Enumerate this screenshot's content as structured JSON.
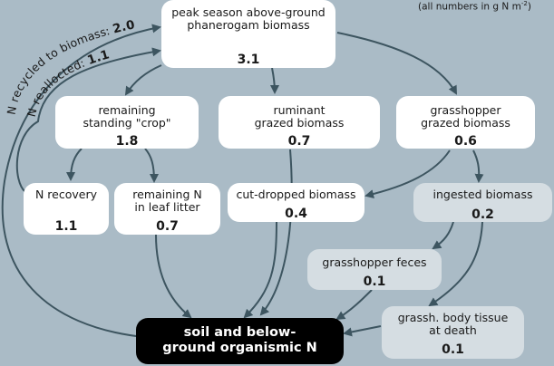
{
  "units": {
    "prefix": "(all numbers in  g N m",
    "exponent": "-2",
    "suffix": ")"
  },
  "nodes": {
    "peak": {
      "label": "peak season above-ground\nphanerogam biomass",
      "value": "3.1"
    },
    "remaining_crop": {
      "label": "remaining\nstanding \"crop\"",
      "value": "1.8"
    },
    "ruminant": {
      "label": "ruminant\ngrazed biomass",
      "value": "0.7"
    },
    "grasshopper": {
      "label": "grasshopper\ngrazed biomass",
      "value": "0.6"
    },
    "n_recovery": {
      "label": "N recovery",
      "value": "1.1"
    },
    "leaf_litter": {
      "label": "remaining N\nin leaf litter",
      "value": "0.7"
    },
    "cut_dropped": {
      "label": "cut-dropped biomass",
      "value": "0.4"
    },
    "ingested": {
      "label": "ingested biomass",
      "value": "0.2"
    },
    "feces": {
      "label": "grasshopper feces",
      "value": "0.1"
    },
    "body_tissue": {
      "label": "grassh. body tissue\nat death",
      "value": "0.1"
    },
    "soil": {
      "label": "soil and below-\nground organismic N"
    }
  },
  "flows": {
    "recycled": {
      "label": "N recycled to biomass: ",
      "value": "2.0"
    },
    "reallocated": {
      "label": "N reallocted: ",
      "value": "1.1"
    }
  },
  "colors": {
    "background": "#aabbc6",
    "arrow": "#3d5560",
    "node": "#ffffff",
    "node_light": "#d5dde2",
    "node_dark": "#000000"
  }
}
